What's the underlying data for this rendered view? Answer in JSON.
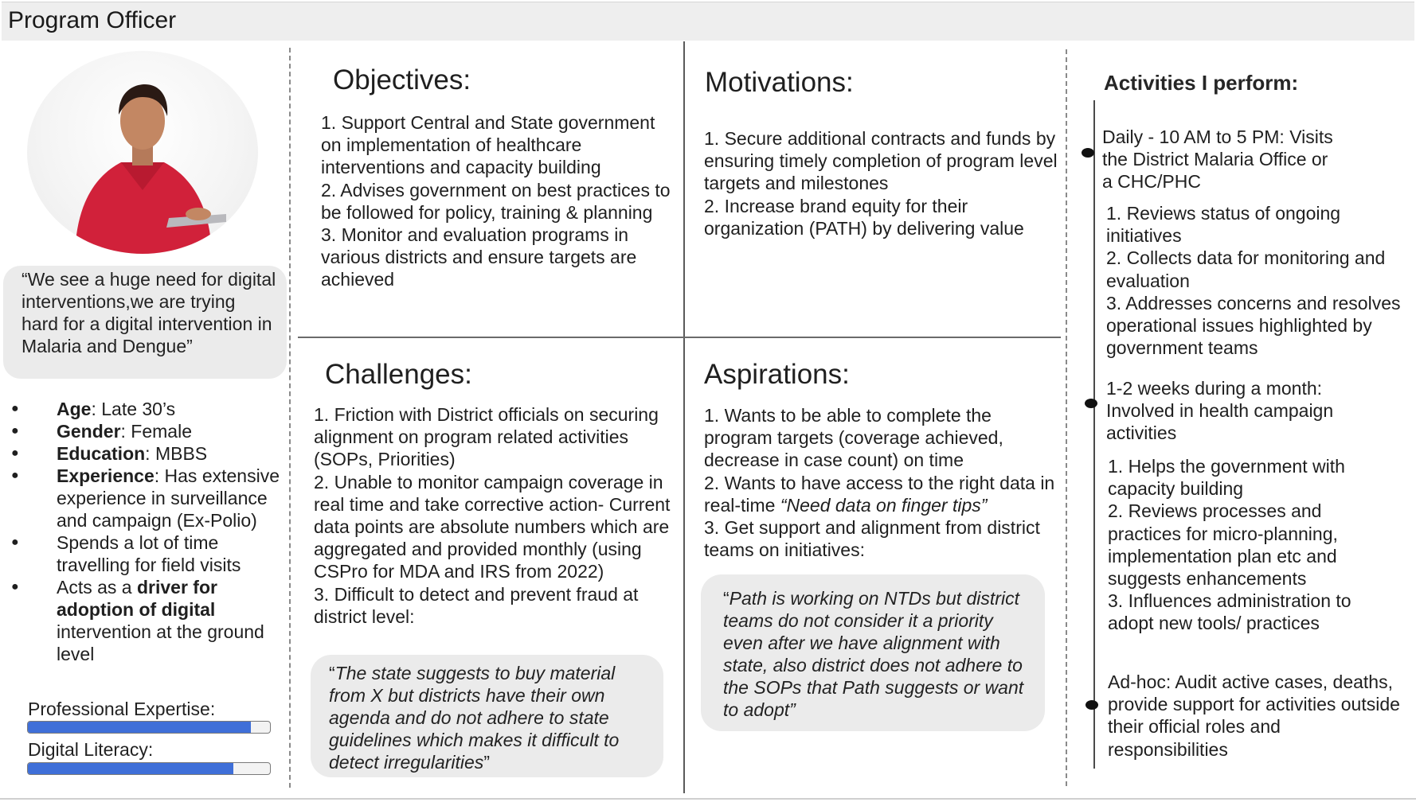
{
  "header": {
    "title": "Program Officer"
  },
  "profile": {
    "quote": "“We see a huge need for digital interventions,we are trying hard for a digital intervention in Malaria and Dengue”",
    "facts": [
      {
        "label": "Age",
        "value": ": Late 30’s"
      },
      {
        "label": "Gender",
        "value": ": Female"
      },
      {
        "label": "Education",
        "value": ": MBBS"
      },
      {
        "label": "Experience",
        "value": ": Has extensive experience in surveillance and campaign (Ex-Polio)"
      }
    ],
    "fact_travel": "Spends a lot of time travelling for field visits",
    "fact_driver": {
      "prefix": "Acts as a ",
      "bold": "driver for adoption of digital",
      "suffix": " intervention at the ground level"
    },
    "meters": [
      {
        "label": "Professional Expertise:",
        "level_percent": 92
      },
      {
        "label": "Digital Literacy:",
        "level_percent": 85
      }
    ]
  },
  "objectives": {
    "title": "Objectives:",
    "items": [
      "1. Support Central and State government on implementation of healthcare interventions and capacity building",
      "2. Advises government on best practices to be followed for policy, training & planning",
      "3. Monitor and evaluation programs in various districts and ensure targets are achieved"
    ]
  },
  "motivations": {
    "title": "Motivations:",
    "items": [
      "1. Secure additional contracts and funds by ensuring timely completion of program level targets and milestones",
      "2. Increase brand equity for their organization (PATH) by delivering value"
    ]
  },
  "challenges": {
    "title": "Challenges:",
    "items": [
      "1. Friction with District officials on securing alignment on program related activities (SOPs, Priorities)",
      "2. Unable to monitor campaign coverage in real time and take corrective action- Current data points are absolute numbers which are aggregated and provided monthly (using CSPro for MDA and IRS from 2022)",
      "3. Difficult to detect and prevent fraud at district level:"
    ],
    "quote_open": "“",
    "quote": "The state suggests to buy material from X but districts have their own agenda and do not adhere to state guidelines which makes it difficult to detect irregularities",
    "quote_close": "”"
  },
  "aspirations": {
    "title": "Aspirations:",
    "item1": "1. Wants to be able to complete the program targets (coverage achieved, decrease in case count) on time",
    "item2_prefix": "2. Wants to have access to the right data in real-time ",
    "item2_quote": "“Need data on finger tips”",
    "item3": "3. Get support and alignment from district teams on initiatives:",
    "quote_open": "“",
    "quote": "Path is working on NTDs but district teams do not consider it a priority even after we have alignment with state, also district does not adhere to the SOPs that Path suggests or want to adopt”"
  },
  "activities": {
    "title": "Activities I perform:",
    "groups": [
      {
        "heading": "Daily - 10 AM to 5 PM: Visits the District Malaria Office or a CHC/PHC",
        "items": [
          "1. Reviews status of ongoing initiatives",
          "2. Collects data for monitoring and evaluation",
          "3. Addresses concerns and resolves operational issues highlighted by government teams"
        ]
      },
      {
        "heading": "1-2 weeks during a month: Involved in health campaign activities",
        "items": [
          "1. Helps the government with capacity building",
          "2. Reviews processes and practices for micro-planning, implementation plan etc and suggests enhancements",
          "3. Influences administration to adopt new tools/ practices"
        ]
      },
      {
        "heading": "Ad-hoc: Audit active cases, deaths, provide support for activities outside their official roles and responsibilities",
        "items": []
      }
    ]
  },
  "colors": {
    "meter_fill": "#3f6fd8",
    "bubble": "#ebebeb",
    "header": "#eeeeee"
  }
}
